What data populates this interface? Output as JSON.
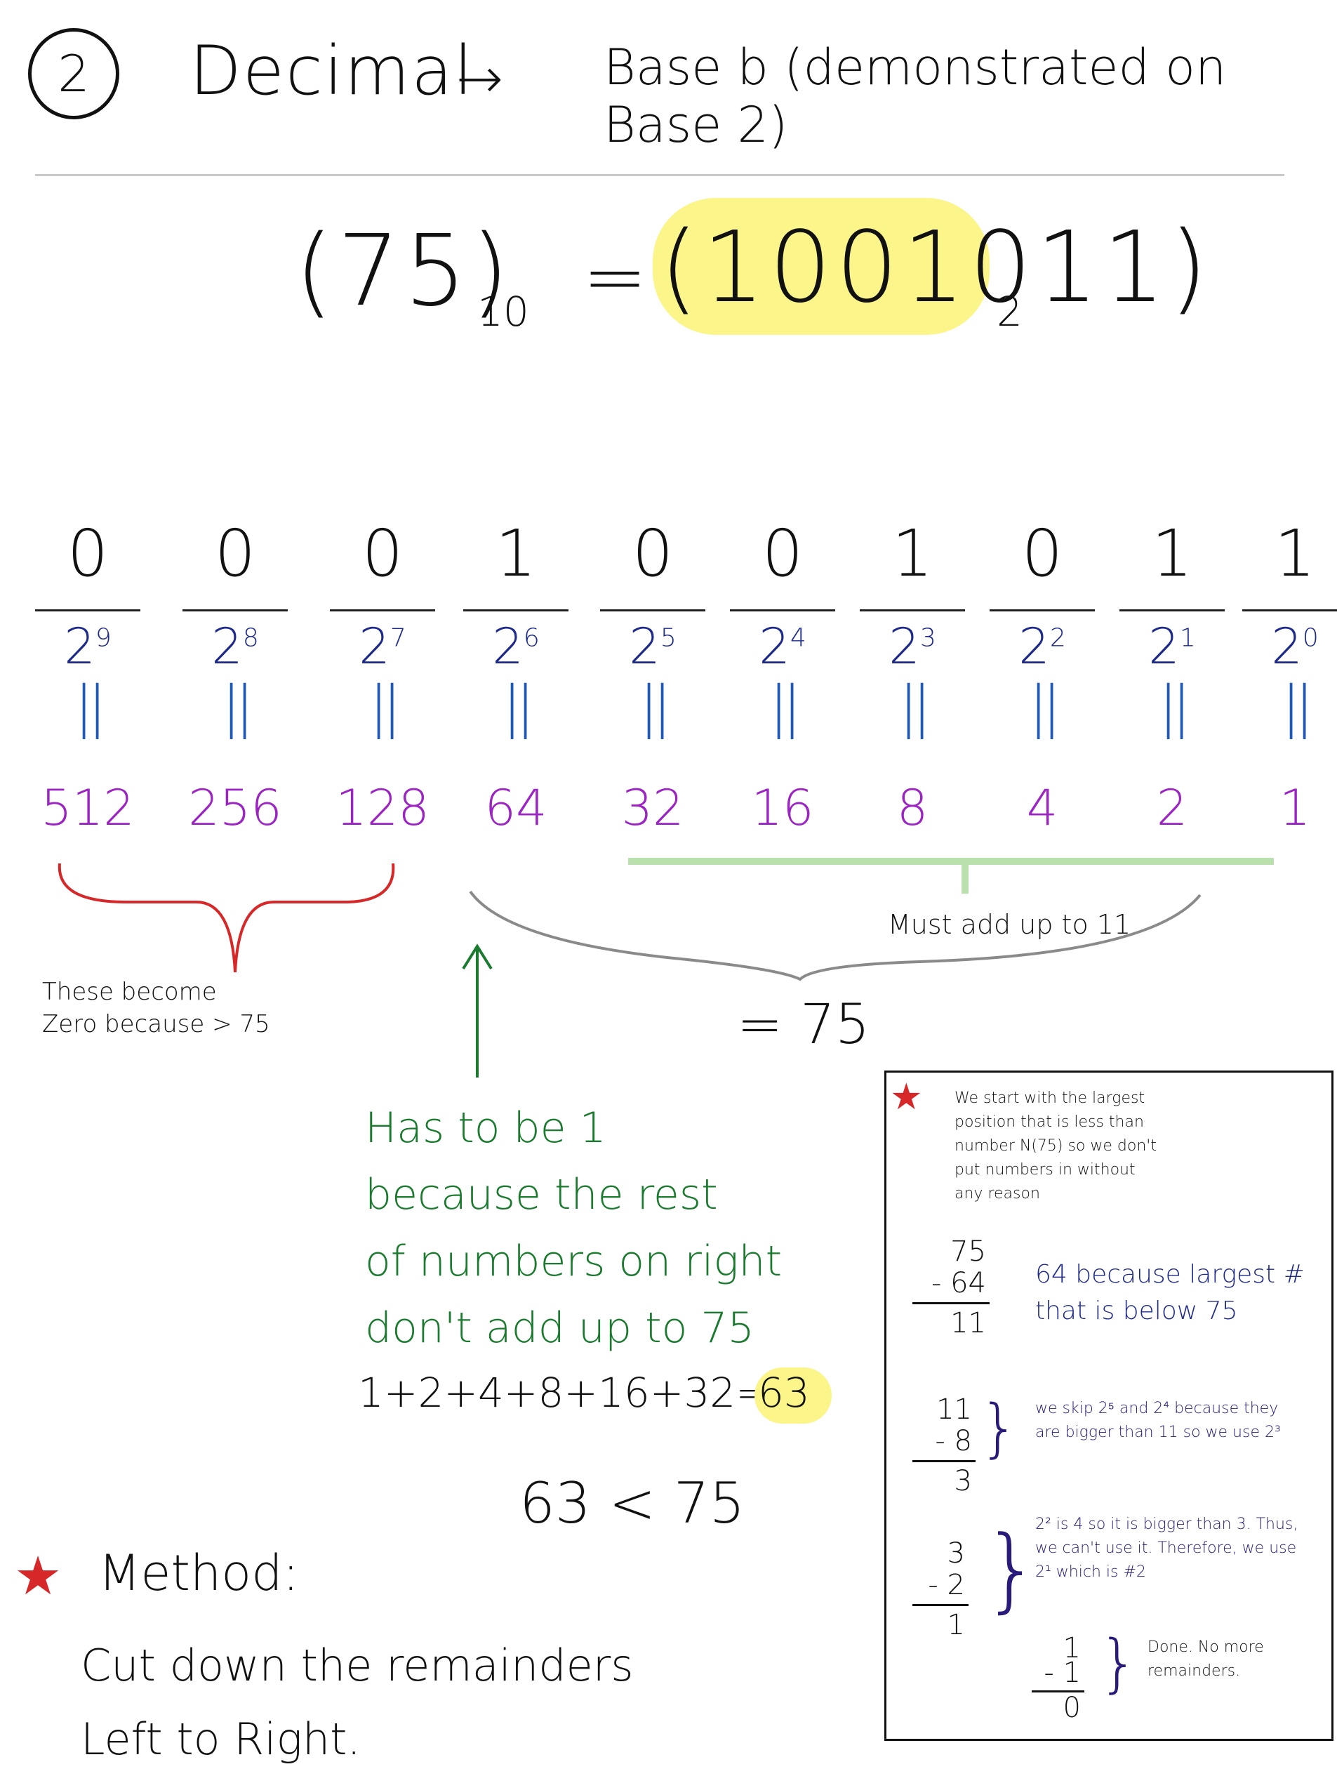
{
  "header": {
    "section_number": "2",
    "title": "Decimal",
    "arrow": "→",
    "target": "Base b (demonstrated on Base 2)"
  },
  "equation": {
    "left": "(75)",
    "left_base": "10",
    "equals": "=",
    "right": "(1001011)",
    "right_base": "2"
  },
  "positions": [
    {
      "digit": "0",
      "power_base": "2",
      "power_exp": "9",
      "value": "512"
    },
    {
      "digit": "0",
      "power_base": "2",
      "power_exp": "8",
      "value": "256"
    },
    {
      "digit": "0",
      "power_base": "2",
      "power_exp": "7",
      "value": "128"
    },
    {
      "digit": "1",
      "power_base": "2",
      "power_exp": "6",
      "value": "64"
    },
    {
      "digit": "0",
      "power_base": "2",
      "power_exp": "5",
      "value": "32"
    },
    {
      "digit": "0",
      "power_base": "2",
      "power_exp": "4",
      "value": "16"
    },
    {
      "digit": "1",
      "power_base": "2",
      "power_exp": "3",
      "value": "8"
    },
    {
      "digit": "0",
      "power_base": "2",
      "power_exp": "2",
      "value": "4"
    },
    {
      "digit": "1",
      "power_base": "2",
      "power_exp": "1",
      "value": "2"
    },
    {
      "digit": "1",
      "power_base": "2",
      "power_exp": "0",
      "value": "1"
    }
  ],
  "equals_bar": "||",
  "annotations": {
    "zero_note_line1": "These become",
    "zero_note_line2": "Zero because > 75",
    "must_add": "Must add up to 11",
    "total": "= 75",
    "has_to_be_1": [
      "Has to be 1",
      "because the rest",
      "of numbers on right",
      "don't add up to 75"
    ],
    "sum_expression": "1+2+4+8+16+32=",
    "sum_result": "63",
    "inequality": "63 < 75"
  },
  "method": {
    "star": "★",
    "title": "Method:",
    "line1": "Cut down the remainders",
    "line2": "Left to Right."
  },
  "side_box": {
    "star": "★",
    "intro": "We start with the largest position that is less than number N(75) so we don't put numbers in without any reason",
    "steps": [
      {
        "top": "75",
        "minus": "- 64",
        "result": "11",
        "note": "64 because largest # that is below 75"
      },
      {
        "top": "11",
        "minus": "- 8",
        "result": "3",
        "note": "we skip 2⁵ and 2⁴ because they are bigger than 11 so we use 2³"
      },
      {
        "top": "3",
        "minus": "- 2",
        "result": "1",
        "note": "2² is 4 so it is bigger than 3. Thus, we can't use it. Therefore, we use 2¹ which is #2"
      },
      {
        "top": "1",
        "minus": "- 1",
        "result": "0",
        "note": "Done. No more remainders."
      }
    ]
  },
  "colors": {
    "power_blue": "#1e2a8a",
    "bar_blue": "#1e58b8",
    "value_purple": "#9b24c2",
    "brace_red": "#d62828",
    "note_green": "#1a7a2e",
    "highlight_yellow": "#fbf58a",
    "bar_green": "#b9e0ad",
    "brace_grey": "#8a8a8a"
  }
}
